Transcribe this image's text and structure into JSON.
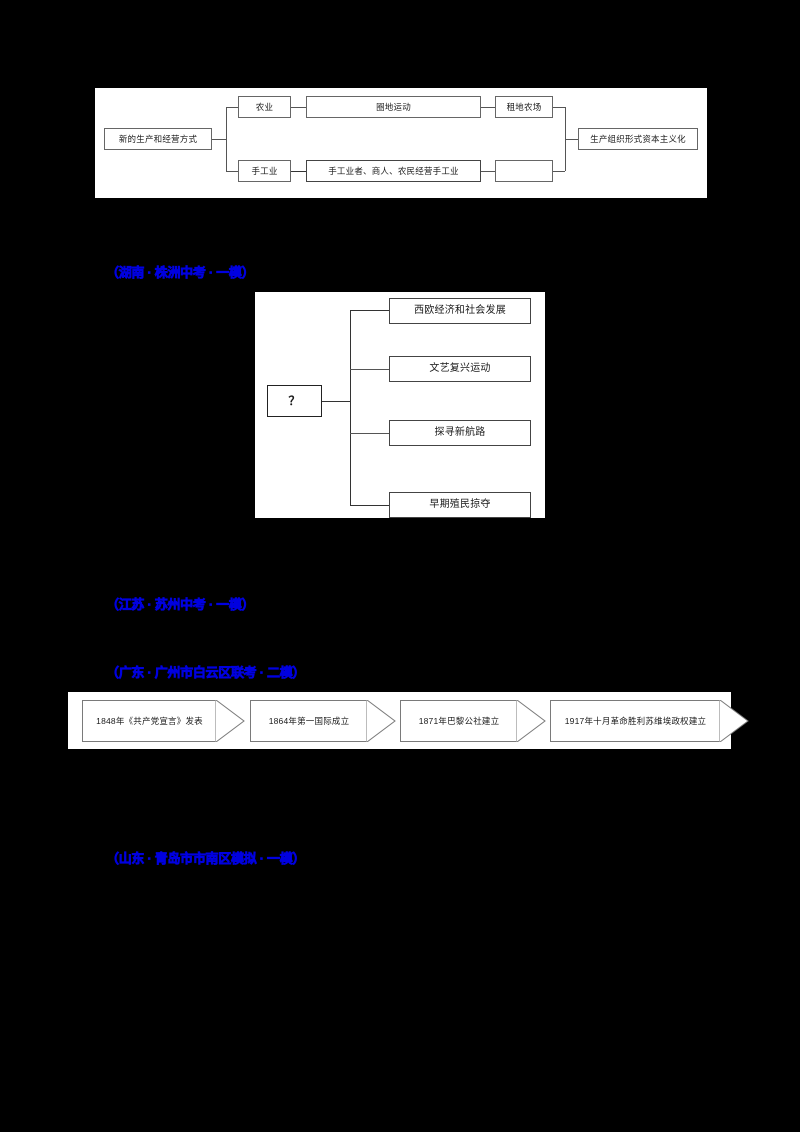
{
  "document": {
    "background_color": "#000000",
    "panel_color": "#ffffff",
    "accent_blue": "#0000e0"
  },
  "diagram1": {
    "name": "new-modes-of-production-flowchart",
    "root": "新的生产和经营方式",
    "branches": [
      {
        "label": "农业",
        "middle": "圈地运动",
        "result": "租地农场"
      },
      {
        "label": "手工业",
        "middle": "手工业者、商人、农民经营手工业",
        "result": ""
      }
    ],
    "outcome": "生产组织形式资本主义化"
  },
  "headings": [
    {
      "id": "heading-1",
      "text": "（湖南 · 株洲中考 · 一模）",
      "color": "#0000e0"
    },
    {
      "id": "heading-2",
      "text": "（江苏 · 苏州中考 · 一模）",
      "color": "#0000e0"
    },
    {
      "id": "heading-3",
      "text": "（广东 · 广州市白云区联考 · 二模）",
      "color": "#0000e0"
    },
    {
      "id": "heading-4",
      "text": "（山东 · 青岛市市南区模拟 · 一模）",
      "color": "#0000e0"
    }
  ],
  "diagram2": {
    "name": "question-mark-branch-diagram",
    "root": "？",
    "items": [
      "西欧经济和社会发展",
      "文艺复兴运动",
      "探寻新航路",
      "早期殖民掠夺"
    ]
  },
  "timeline": {
    "name": "international-communist-movement-timeline",
    "events": [
      "1848年《共产党宣言》发表",
      "1864年第一国际成立",
      "1871年巴黎公社建立",
      "1917年十月革命胜利苏维埃政权建立"
    ]
  }
}
